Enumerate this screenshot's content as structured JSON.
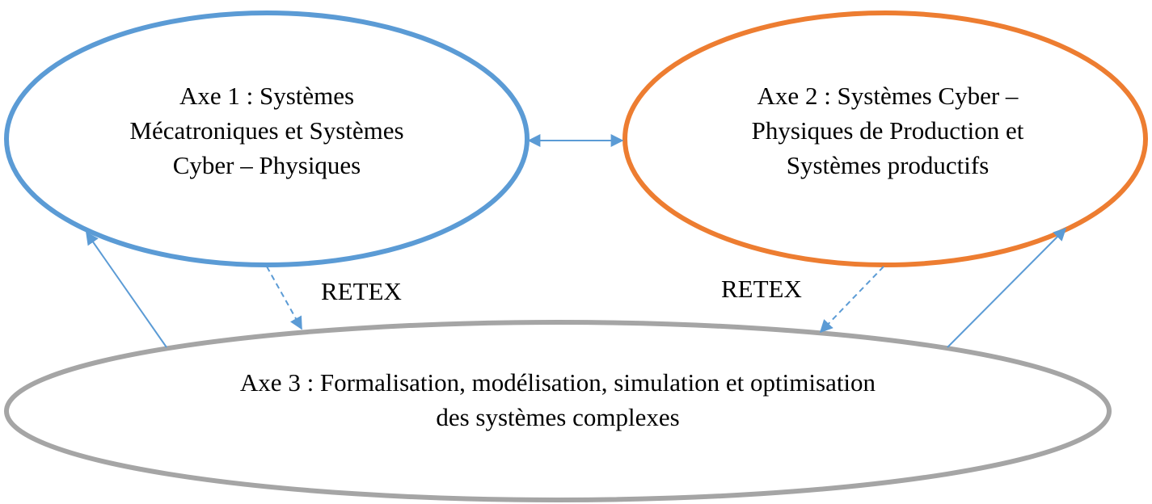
{
  "colors": {
    "axe1": "#5B9BD5",
    "axe2": "#ED7D31",
    "axe3": "#A5A5A5",
    "arrow": "#5B9BD5"
  },
  "axe1": {
    "lines": [
      "Axe 1 : Systèmes",
      "Mécatroniques et Systèmes",
      "Cyber – Physiques"
    ]
  },
  "axe2": {
    "lines": [
      "Axe 2 : Systèmes Cyber –",
      "Physiques de Production et",
      "Systèmes productifs"
    ]
  },
  "axe3": {
    "lines": [
      "Axe 3 : Formalisation, modélisation, simulation et optimisation",
      "des systèmes complexes"
    ]
  },
  "labels": {
    "retex_left": "RETEX",
    "retex_right": "RETEX"
  }
}
